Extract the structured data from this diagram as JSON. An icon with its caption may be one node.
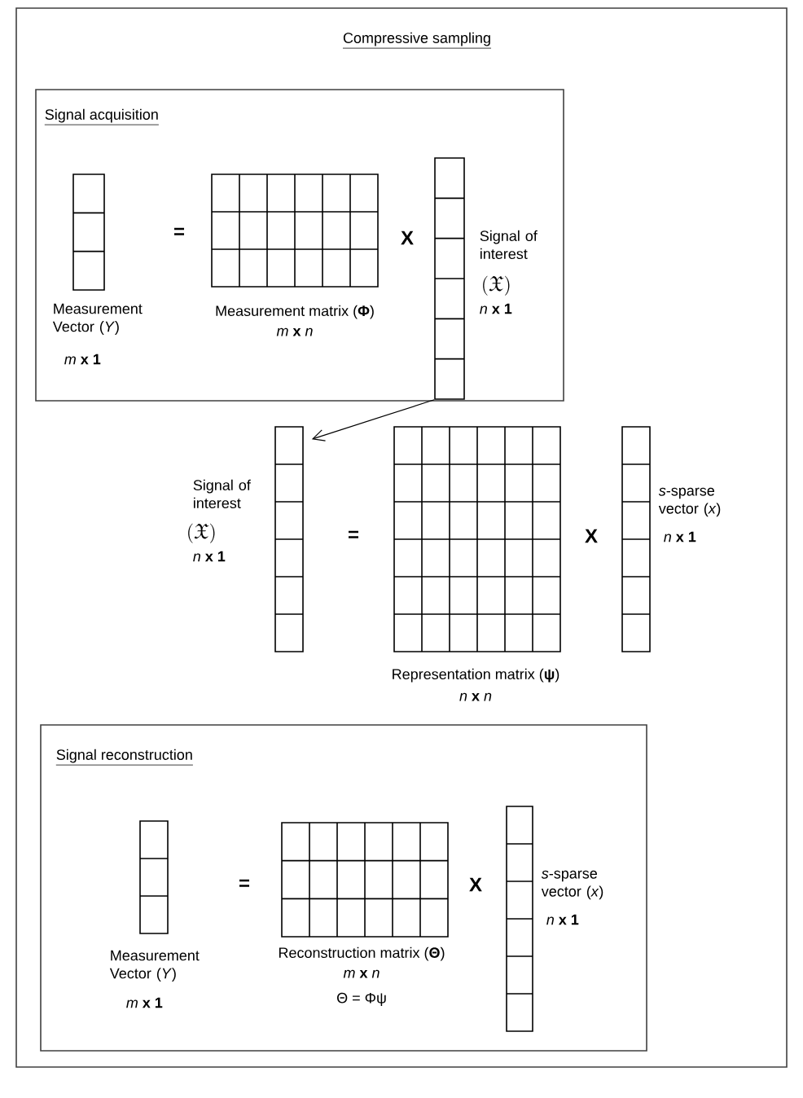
{
  "diagram": {
    "nodes": [
      {
        "text": [
          "Compressive sampling"
        ]
      },
      {
        "text": [
          "Signal acquisition"
        ],
        "in": 0
      },
      {
        "text": [],
        "shape": "box",
        "in": 1,
        "beside": [
          "Measurement Vector (*Y*)",
          "*m* **x 1**"
        ]
      },
      {
        "text": [],
        "shape": "box",
        "in": 1,
        "beside": [
          "Measurement matrix (**Φ**)",
          "*m* **x** *n*"
        ]
      },
      {
        "text": [],
        "shape": "box",
        "in": 1,
        "beside": [
          "Signal of interest",
          "(\\mathfrak{X})",
          "*n* **x 1**"
        ]
      },
      {
        "text": [],
        "shape": "box",
        "in": 0,
        "beside": [
          "Signal of interest",
          "(\\mathfrak{X})",
          "*n* **x 1**"
        ]
      },
      {
        "text": [],
        "shape": "box",
        "in": 0,
        "beside": [
          "Representation matrix (**ψ**)",
          "*n* **x** *n*"
        ]
      },
      {
        "text": [],
        "shape": "box",
        "in": 0,
        "beside": [
          "*s*-sparse vector (*x*)",
          "*n* **x 1**"
        ]
      },
      {
        "text": [
          "Signal reconstruction"
        ],
        "in": 0
      },
      {
        "text": [],
        "shape": "box",
        "in": 8,
        "beside": [
          "Measurement Vector (*Y*)",
          "*m* **x 1**"
        ]
      },
      {
        "text": [],
        "shape": "box",
        "in": 8,
        "beside": [
          "Reconstruction matrix (**Θ**)",
          "*m* **x** *n*",
          "Θ = Φψ"
        ]
      },
      {
        "text": [],
        "shape": "box",
        "in": 8,
        "beside": [
          "*s*-sparse vector (*x*)",
          "*n* **x 1**"
        ]
      }
    ],
    "edges": [
      {
        "from": 4,
        "to": 5,
        "arrow": "to"
      }
    ],
    "labels": [
      "=",
      "X",
      "=",
      "X",
      "=",
      "X"
    ]
  }
}
